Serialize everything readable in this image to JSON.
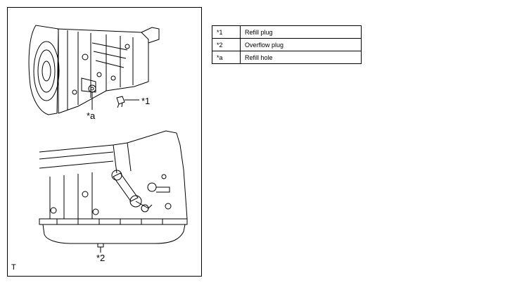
{
  "figure": {
    "callouts": {
      "refill_plug": "*1",
      "refill_hole": "*a",
      "overflow_plug": "*2"
    },
    "corner_mark": "T"
  },
  "legend": [
    {
      "key": "*1",
      "description": "Refill plug"
    },
    {
      "key": "*2",
      "description": "Overflow plug"
    },
    {
      "key": "*a",
      "description": "Refill hole"
    }
  ]
}
